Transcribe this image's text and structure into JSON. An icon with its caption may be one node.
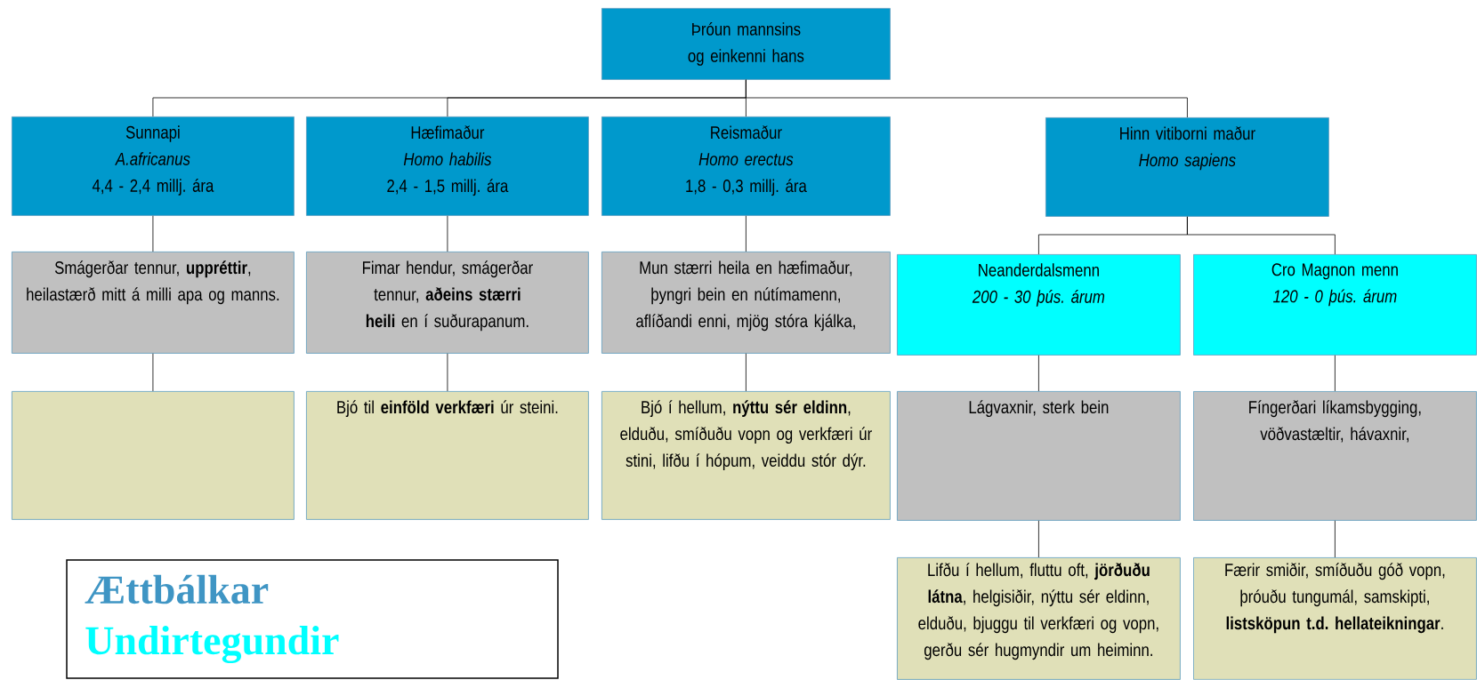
{
  "diagram": {
    "nodes": [
      {
        "text": [
          "Þróun mannsins og einkenni hans"
        ]
      },
      {
        "text": [
          "Sunnapi",
          "A.africanus",
          "4,4 - 2,4 millj. ára"
        ]
      },
      {
        "text": [
          "Hæfimaður",
          "Homo habilis",
          "2,4 - 1,5 millj. ára"
        ]
      },
      {
        "text": [
          "Reismaður",
          "Homo erectus",
          "1,8 - 0,3 millj. ára"
        ]
      },
      {
        "text": [
          "Hinn vitiborni maður",
          "Homo sapiens"
        ]
      },
      {
        "text": [
          "Smágerðar tennur, **uppréttir**, heilastærð mitt á milli apa og manns."
        ]
      },
      {
        "text": [
          "Fimar hendur, smágerðar tennur, **aðeins stærri heili** en í suðurapanum."
        ]
      },
      {
        "text": [
          "Mun stærri heila en hæfimaður, þyngri bein en nútímamenn, aflíðandi enni, mjög stóra kjálka,"
        ]
      },
      {
        "text": [
          "Neanderdalsmenn",
          "200 - 30 þús. árum"
        ]
      },
      {
        "text": [
          "Cro Magnon menn",
          "120 - 0 þús. árum"
        ]
      },
      {
        "text": [],
        "shape": "box"
      },
      {
        "text": [
          "Bjó til **einföld verkfæri** úr steini."
        ]
      },
      {
        "text": [
          "Bjó í hellum, **nýttu sér eldinn**, elduðu, smíðuðu vopn og verkfæri úr stini, lifðu í hópum, veiddu stór dýr."
        ]
      },
      {
        "text": [
          "Lágvaxnir, sterk bein"
        ]
      },
      {
        "text": [
          "Fíngerðari líkamsbygging, vöðvastæltir, hávaxnir,"
        ]
      },
      {
        "text": [
          "Lifðu í hellum, fluttu oft, **jörðuðu látna**, helgisiðir, nýttu sér eldinn, elduðu, bjuggu til verkfæri og vopn, gerðu sér hugmyndir um heiminn."
        ]
      },
      {
        "text": [
          "Færir smiðir, smíðuðu góð vopn, þróuðu tungumál, samskipti, **listsköpun t.d. hellateikningar**."
        ]
      }
    ],
    "edges": [
      {
        "from": 0,
        "to": 1,
        "arrow": "none"
      },
      {
        "from": 0,
        "to": 2,
        "arrow": "none"
      },
      {
        "from": 0,
        "to": 3,
        "arrow": "none"
      },
      {
        "from": 0,
        "to": 4,
        "arrow": "none"
      },
      {
        "from": 1,
        "to": 5,
        "arrow": "none"
      },
      {
        "from": 2,
        "to": 6,
        "arrow": "none"
      },
      {
        "from": 3,
        "to": 7,
        "arrow": "none"
      },
      {
        "from": 4,
        "to": 8,
        "arrow": "none"
      },
      {
        "from": 4,
        "to": 9,
        "arrow": "none"
      },
      {
        "from": 5,
        "to": 10,
        "arrow": "none"
      },
      {
        "from": 6,
        "to": 11,
        "arrow": "none"
      },
      {
        "from": 7,
        "to": 12,
        "arrow": "none"
      },
      {
        "from": 8,
        "to": 13,
        "arrow": "none"
      },
      {
        "from": 9,
        "to": 14,
        "arrow": "none"
      },
      {
        "from": 13,
        "to": 15,
        "arrow": "none"
      },
      {
        "from": 14,
        "to": 16,
        "arrow": "none"
      }
    ],
    "legend": [
      {
        "text": "Ættbálkar",
        "color": "#3f95c4"
      },
      {
        "text": "Undirtegundir",
        "color": "#00ffff"
      }
    ]
  }
}
